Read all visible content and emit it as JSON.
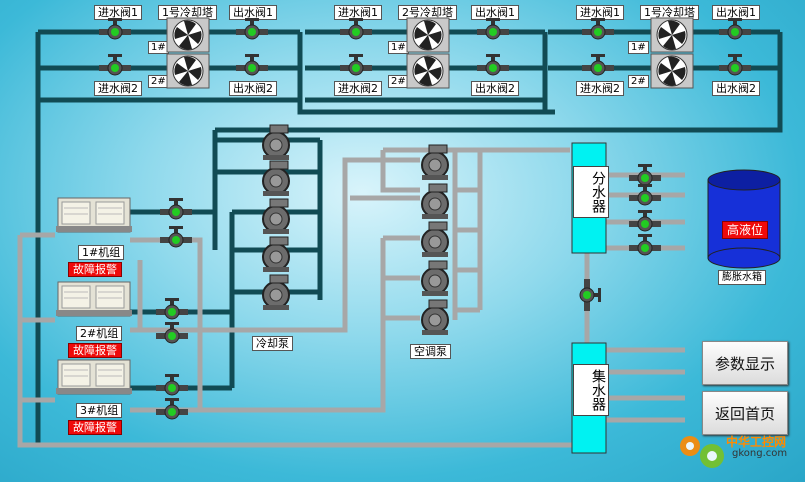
{
  "towers": [
    {
      "title": "1号冷却塔",
      "in1": "进水阀1",
      "out1": "出水阀1",
      "in2": "进水阀2",
      "out2": "出水阀2",
      "fan1": "1#",
      "fan2": "2#"
    },
    {
      "title": "2号冷却塔",
      "in1": "进水阀1",
      "out1": "出水阀1",
      "in2": "进水阀2",
      "out2": "出水阀2",
      "fan1": "1#",
      "fan2": "2#"
    },
    {
      "title": "1号冷却塔",
      "in1": "进水阀1",
      "out1": "出水阀1",
      "in2": "进水阀2",
      "out2": "出水阀2",
      "fan1": "1#",
      "fan2": "2#"
    }
  ],
  "units": [
    {
      "name": "1#机组",
      "alarm": "故障报警"
    },
    {
      "name": "2#机组",
      "alarm": "故障报警"
    },
    {
      "name": "3#机组",
      "alarm": "故障报警"
    }
  ],
  "pumps": {
    "cooling": "冷却泵",
    "ac": "空调泵"
  },
  "distributor": "分水器",
  "collector": "集水器",
  "tank": {
    "level": "高液位",
    "name": "膨胀水箱"
  },
  "buttons": {
    "params": "参数显示",
    "home": "返回首页"
  },
  "watermark": {
    "site": "中华工控网",
    "url": "gkong.com"
  },
  "colors": {
    "dark_pipe": "#114b54",
    "grey_pipe": "#a7a7a7",
    "valve_on": "#22cc22",
    "alarm": "#ef0a0a",
    "tank": "#1630d8"
  }
}
